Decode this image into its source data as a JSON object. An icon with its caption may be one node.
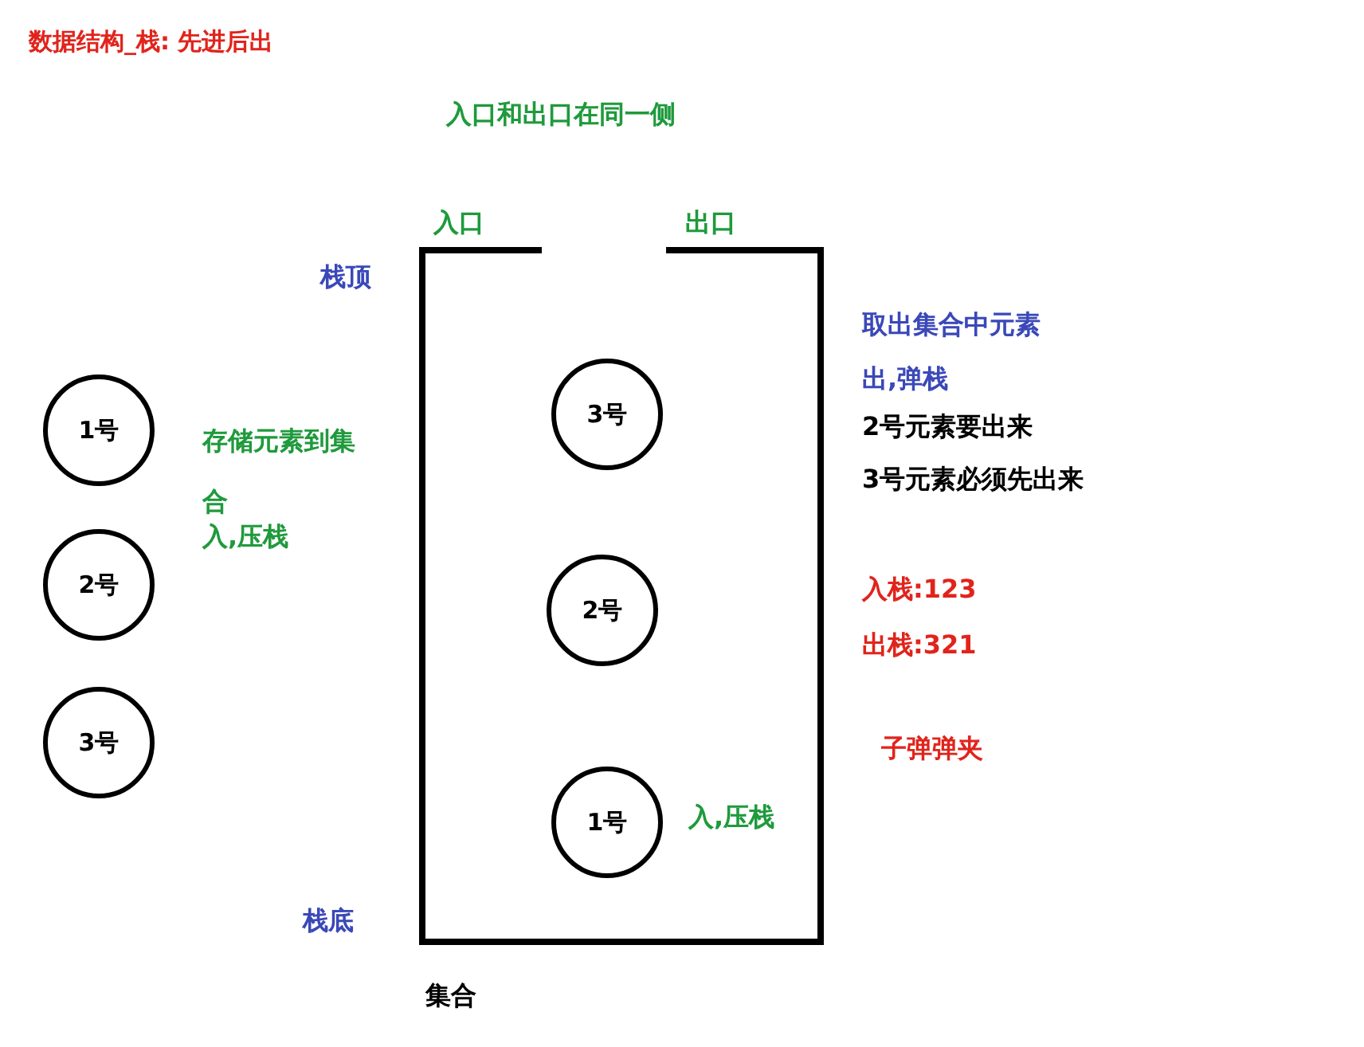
{
  "diagram": {
    "title": "数据结构_栈: 先进后出",
    "nodes": [
      {
        "text": [
          "集合"
        ]
      },
      {
        "text": [
          "1号"
        ]
      },
      {
        "text": [
          "2号"
        ]
      },
      {
        "text": [
          "3号"
        ]
      },
      {
        "text": [
          "3号"
        ],
        "in": 0
      },
      {
        "text": [
          "2号"
        ],
        "in": 0
      },
      {
        "text": [
          "1号"
        ],
        "in": 0
      }
    ],
    "edges": [],
    "labels": [
      "入口和出口在同一侧",
      "入口",
      "出口",
      "栈顶",
      "取出集合中元素出,弹栈",
      "存储元素到集合",
      "入,压栈",
      "2号元素要出来",
      "3号元素必须先出来",
      "入栈:123",
      "出栈:321",
      "子弹弹夹",
      "入,压栈",
      "栈底"
    ]
  }
}
